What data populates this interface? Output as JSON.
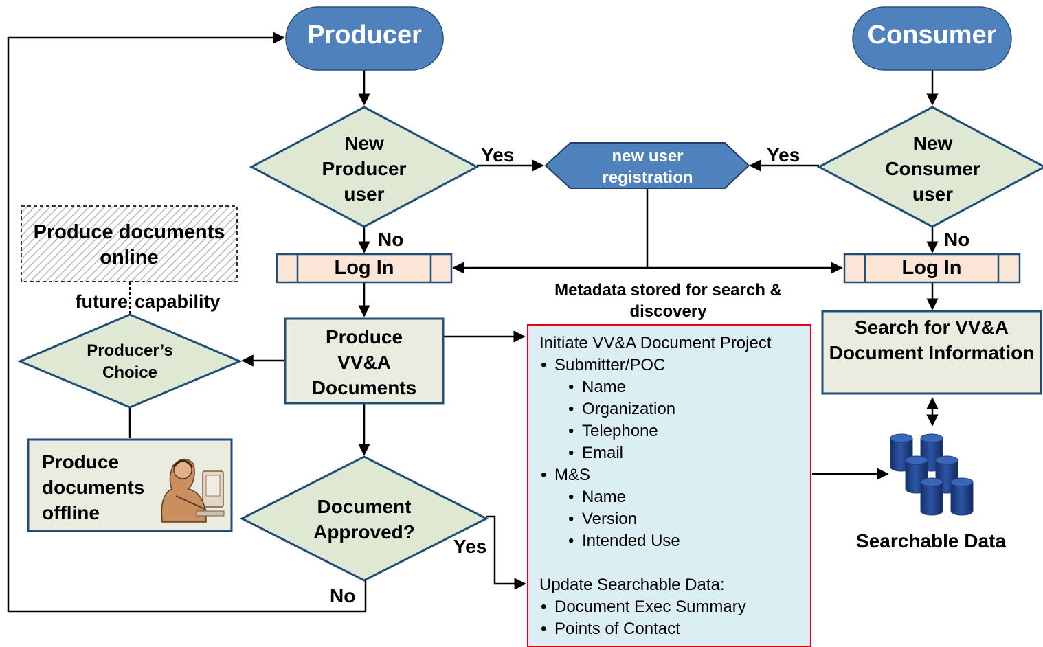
{
  "producer": {
    "title": "Producer"
  },
  "consumer": {
    "title": "Consumer"
  },
  "new_producer_decision": {
    "label": "New Producer user"
  },
  "new_consumer_decision": {
    "label": "New Consumer user"
  },
  "registration": {
    "label": "new user registration"
  },
  "yes_left": "Yes",
  "yes_right": "Yes",
  "no_left": "No",
  "no_right": "No",
  "login_left": "Log In",
  "login_right": "Log In",
  "online_box": {
    "label": "Produce documents online"
  },
  "future_capability": {
    "part1": "future",
    "part2": "capability"
  },
  "producers_choice": {
    "label": "Producer’s Choice"
  },
  "produce_docs": {
    "label": "Produce VV&A Documents"
  },
  "offline_box": {
    "label": "Produce documents offline",
    "icon": "person-at-computer-icon"
  },
  "approval": {
    "label": "Document Approved?",
    "yes": "Yes",
    "no": "No"
  },
  "metadata_caption": "Metadata stored for search & discovery",
  "metadata_box": {
    "heading": "Initiate VV&A Document Project",
    "submitter": "Submitter/POC",
    "submitter_items": [
      "Name",
      "Organization",
      "Telephone",
      "Email"
    ],
    "ms": "M&S",
    "ms_items": [
      "Name",
      "Version",
      "Intended Use"
    ],
    "update_heading": "Update Searchable Data:",
    "update_items": [
      "Document Exec Summary",
      "Points of Contact"
    ]
  },
  "search_box": {
    "label": "Search for VV&A Document Information"
  },
  "searchable_data": {
    "label": "Searchable Data",
    "icon": "database-cluster-icon"
  },
  "colors": {
    "terminal_blue": "#4f81bd",
    "decision_fill": "#dfe8d3",
    "decision_stroke": "#1f4e79",
    "process_fill": "#ecebe0",
    "login_fill": "#fbe5d6",
    "metadata_fill": "#dbeef4",
    "metadata_border": "#e3000f",
    "database_fill": "#1f3f7a"
  }
}
